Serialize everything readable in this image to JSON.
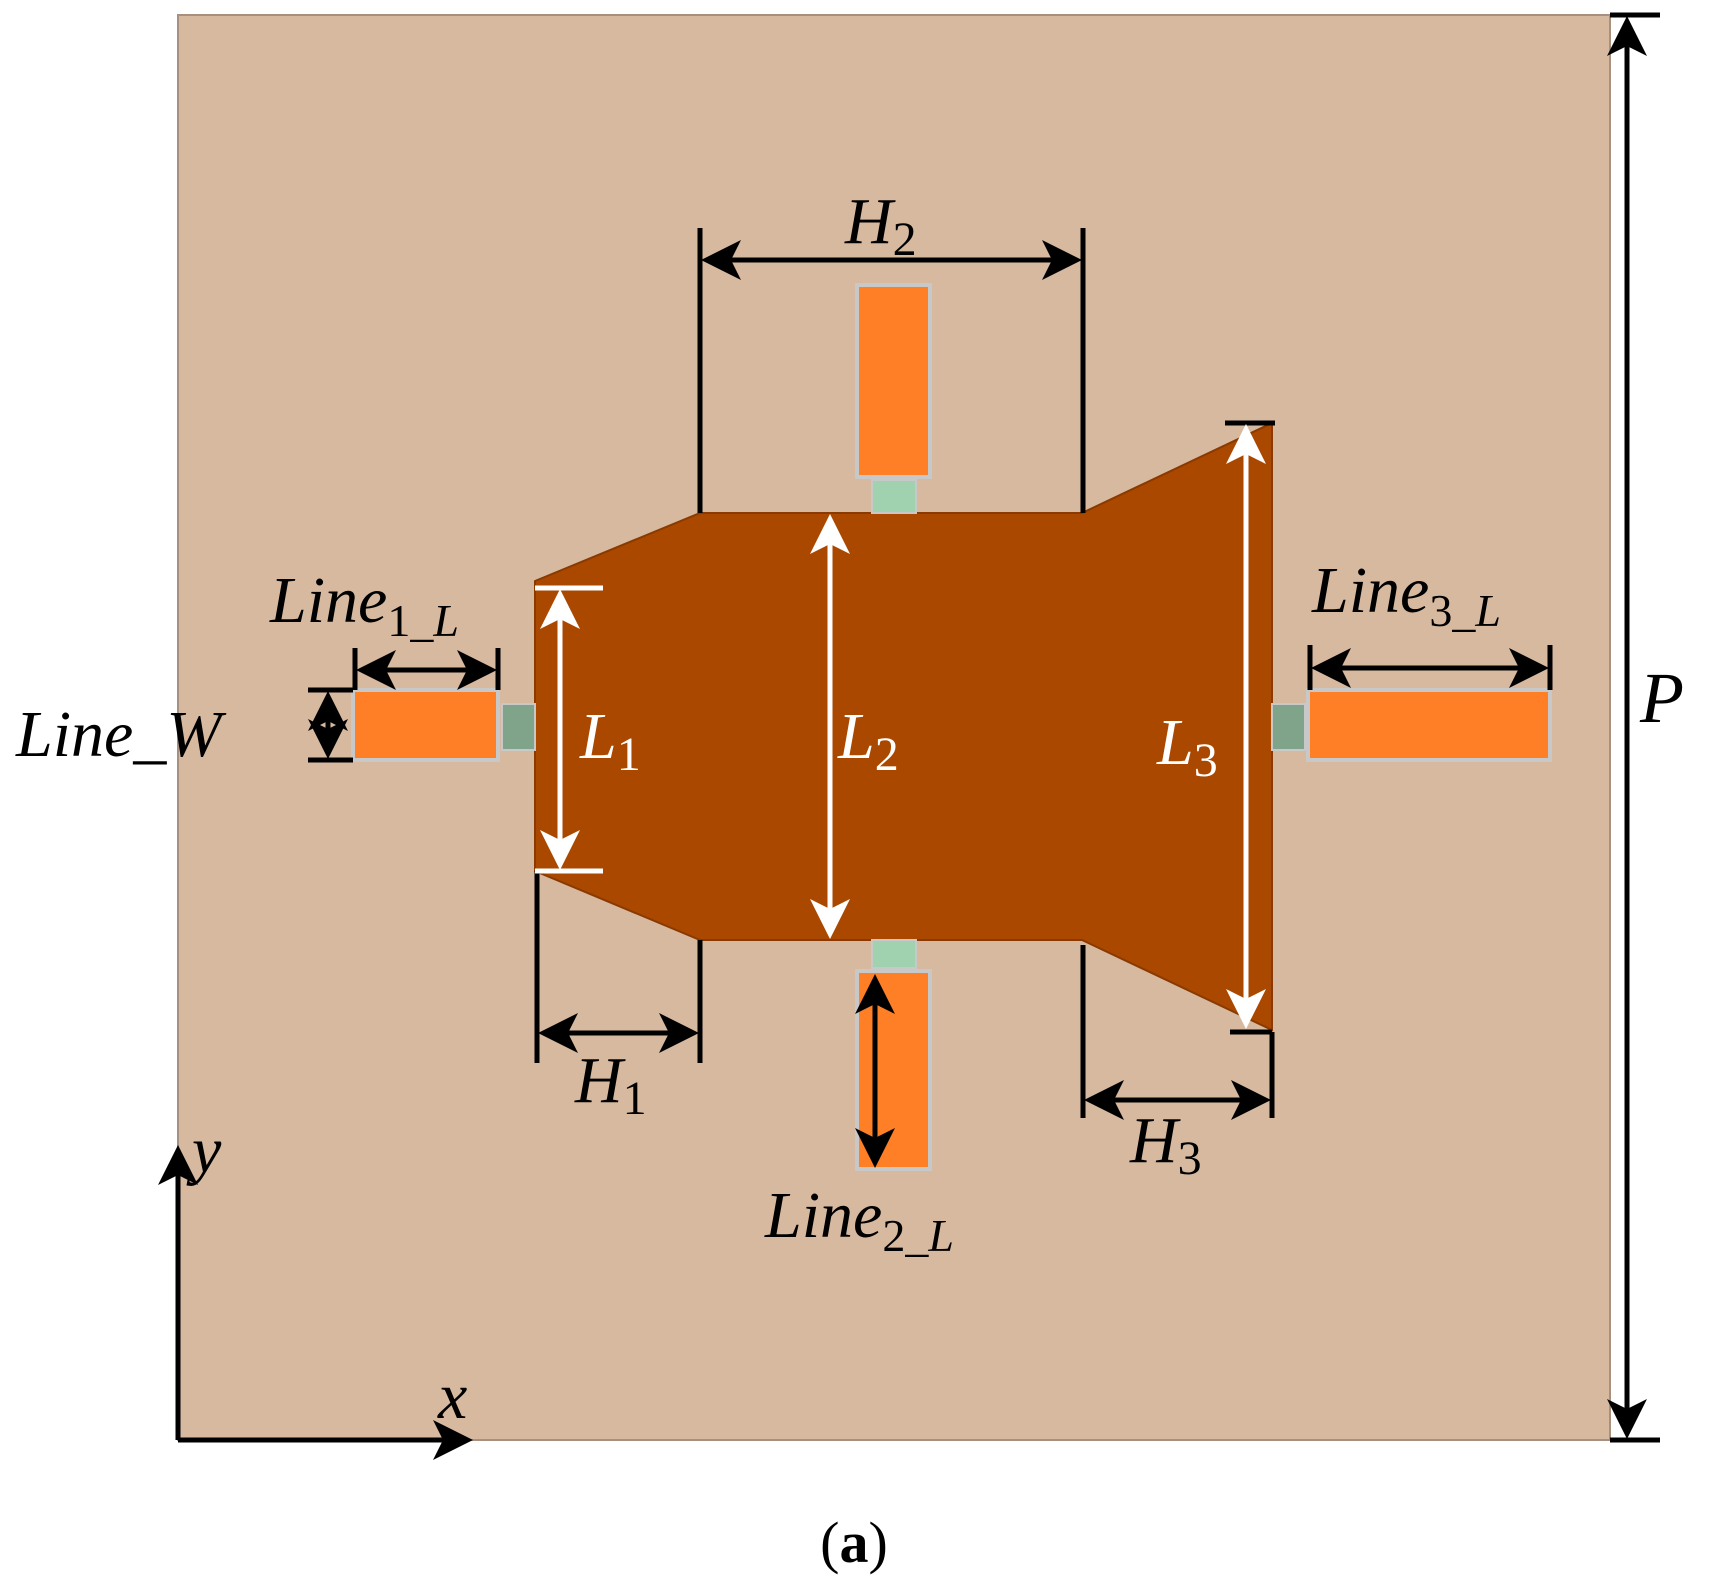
{
  "figure": {
    "colors": {
      "substrate": "#d7b9a0",
      "patch": "#aa4800",
      "feed": "#ff7f27",
      "feed_border": "#c8c8c8",
      "connector_top_bottom": "#a0d2b0",
      "connector_side": "#7fa48a",
      "dimension_dark": "#000000",
      "dimension_light": "#ffffff"
    },
    "labels": {
      "H1": {
        "main": "H",
        "sub": "1"
      },
      "H2": {
        "main": "H",
        "sub": "2"
      },
      "H3": {
        "main": "H",
        "sub": "3"
      },
      "L1": {
        "main": "L",
        "sub": "1"
      },
      "L2": {
        "main": "L",
        "sub": "2"
      },
      "L3": {
        "main": "L",
        "sub": "3"
      },
      "P": "P",
      "Line1_L": {
        "main": "Line",
        "sub_num": "1",
        "sub_rest": "_L"
      },
      "Line2_L": {
        "main": "Line",
        "sub_num": "2",
        "sub_rest": "_L"
      },
      "Line3_L": {
        "main": "Line",
        "sub_num": "3",
        "sub_rest": "_L"
      },
      "Line_W": "Line_W",
      "x": "x",
      "y": "y"
    },
    "caption": {
      "open": "(",
      "letter": "a",
      "close": ")"
    }
  }
}
